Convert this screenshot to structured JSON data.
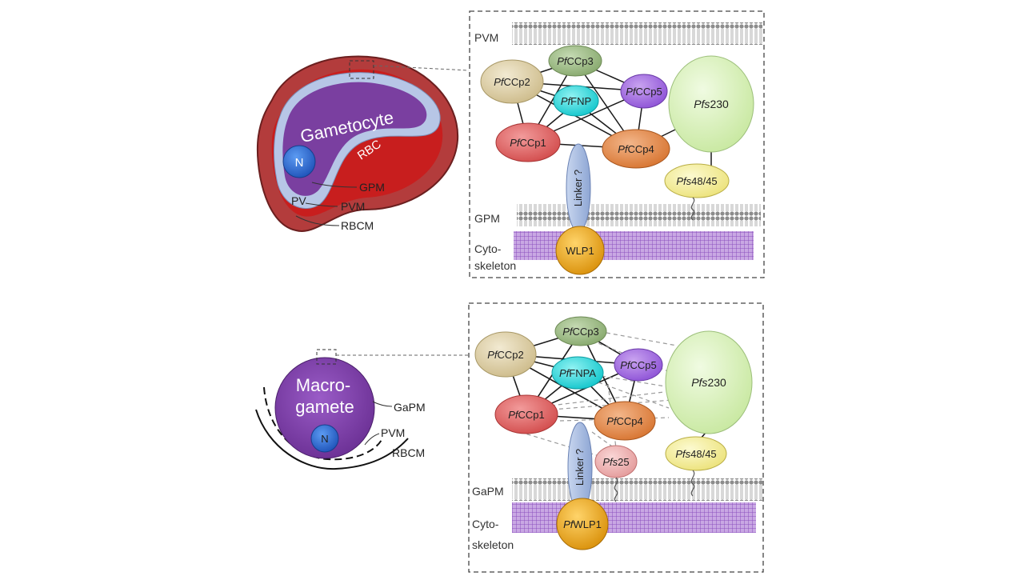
{
  "top_panel": {
    "cell": {
      "name": "Gametocyte",
      "host": "RBC",
      "nucleus": "N",
      "labels": {
        "pv": "PV",
        "gpm": "GPM",
        "pvm": "PVM",
        "rbcm": "RBCM"
      }
    },
    "inset": {
      "membranes": {
        "outer": "PVM",
        "inner": "GPM",
        "cyto_line1": "Cyto-",
        "cyto_line2": "skeleton"
      },
      "proteins": {
        "ccp3": {
          "prefix": "Pf",
          "suffix": "CCp3"
        },
        "ccp2": {
          "prefix": "Pf",
          "suffix": "CCp2"
        },
        "fnp": {
          "prefix": "Pf",
          "suffix": "FNP"
        },
        "ccp5": {
          "prefix": "Pf",
          "suffix": "CCp5"
        },
        "ccp1": {
          "prefix": "Pf",
          "suffix": "CCp1"
        },
        "ccp4": {
          "prefix": "Pf",
          "suffix": "CCp4"
        },
        "pfs230": {
          "prefix": "Pfs",
          "suffix": "230"
        },
        "pfs4845": {
          "prefix": "Pfs",
          "suffix": "48/45"
        },
        "linker": "Linker ?",
        "wlp1": "WLP1"
      }
    }
  },
  "bottom_panel": {
    "cell": {
      "name_line1": "Macro-",
      "name_line2": "gamete",
      "nucleus": "N",
      "labels": {
        "gapm": "GaPM",
        "pvm": "PVM",
        "rbcm": "RBCM"
      }
    },
    "inset": {
      "membranes": {
        "inner": "GaPM",
        "cyto_line1": "Cyto-",
        "cyto_line2": "skeleton"
      },
      "proteins": {
        "ccp3": {
          "prefix": "Pf",
          "suffix": "CCp3"
        },
        "ccp2": {
          "prefix": "Pf",
          "suffix": "CCp2"
        },
        "fnpa": {
          "prefix": "Pf",
          "suffix": "FNPA"
        },
        "ccp5": {
          "prefix": "Pf",
          "suffix": "CCp5"
        },
        "ccp1": {
          "prefix": "Pf",
          "suffix": "CCp1"
        },
        "ccp4": {
          "prefix": "Pf",
          "suffix": "CCp4"
        },
        "pfs230": {
          "prefix": "Pfs",
          "suffix": "230"
        },
        "pfs4845": {
          "prefix": "Pfs",
          "suffix": "48/45"
        },
        "pfs25": {
          "prefix": "Pfs",
          "suffix": "25"
        },
        "linker": "Linker ?",
        "wlp1": {
          "prefix": "Pf",
          "suffix": "WLP1"
        }
      }
    }
  },
  "colors": {
    "rbc_outer": "#b23a3a",
    "rbc_inner": "#cc1f1f",
    "pv": "#b8c7e6",
    "parasite": "#7a3fa0",
    "nucleus": "#2f6fd6",
    "membrane": "#9a9a9a",
    "cytoskeleton": "#9a63c4",
    "ccp3": "#9dbb84",
    "ccp2": "#ddd0a8",
    "fnp": "#22d8dc",
    "ccp5": "#a56ee0",
    "ccp1": "#e06b6b",
    "ccp4": "#e0894a",
    "pfs230": "#d9f0b8",
    "pfs4845": "#f6f29c",
    "pfs25": "#f0b6b6",
    "linker": "#a9bde0",
    "wlp1": "#f0ac18"
  }
}
